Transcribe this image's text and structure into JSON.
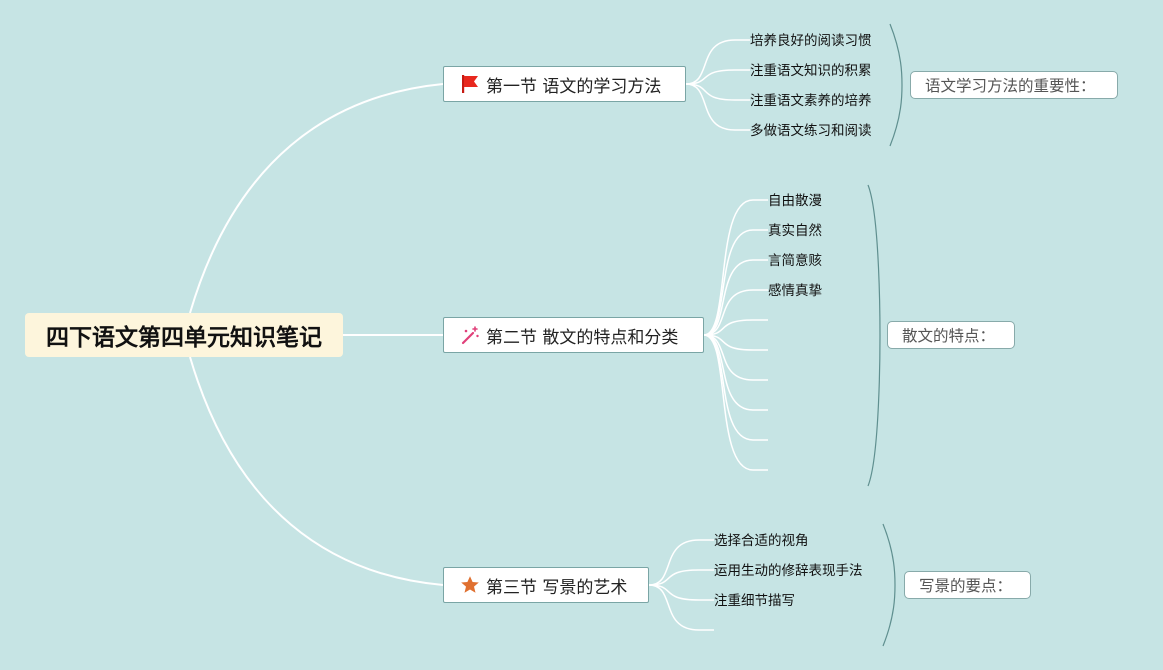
{
  "root": {
    "title": "四下语文第四单元知识笔记"
  },
  "sections": [
    {
      "title": "第一节 语文的学习方法",
      "icon": "red-flag-icon",
      "items": [
        "培养良好的阅读习惯",
        "注重语文知识的积累",
        "注重语文素养的培养",
        "多做语文练习和阅读"
      ],
      "summary": "语文学习方法的重要性："
    },
    {
      "title": "第二节 散文的特点和分类",
      "icon": "magic-wand-icon",
      "items": [
        "自由散漫",
        "真实自然",
        "言简意赅",
        "感情真挚"
      ],
      "summary": "散文的特点："
    },
    {
      "title": "第三节 写景的艺术",
      "icon": "star-icon",
      "items": [
        "选择合适的视角",
        "运用生动的修辞表现手法",
        "注重细节描写"
      ],
      "summary": "写景的要点："
    }
  ],
  "colors": {
    "background": "#c6e4e4",
    "root_fill": "#fdf5dc",
    "connector": "#ffffff",
    "bracket": "#5f8f8f",
    "flag": "#e8281e",
    "wand": "#e0407a",
    "star": "#e07030"
  }
}
